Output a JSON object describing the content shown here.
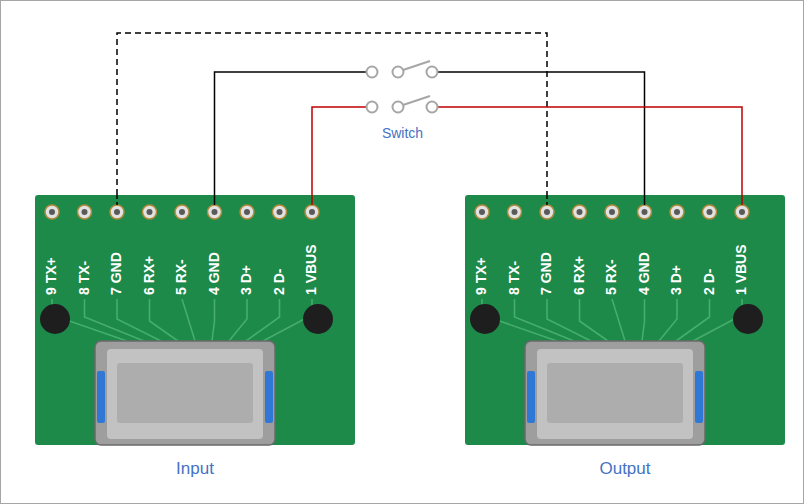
{
  "diagram": {
    "nodes": [
      {
        "text": [
          "Input"
        ]
      },
      {
        "text": [
          "Switch"
        ]
      },
      {
        "text": [
          "Output"
        ]
      }
    ],
    "edges": [
      {
        "from": 0,
        "to": 2,
        "arrow": "none"
      },
      {
        "from": 0,
        "to": 1,
        "arrow": "none"
      },
      {
        "from": 0,
        "to": 1,
        "arrow": "none"
      },
      {
        "from": 1,
        "to": 2,
        "arrow": "none"
      },
      {
        "from": 1,
        "to": 2,
        "arrow": "none"
      }
    ],
    "labels": [
      "9 TX+",
      "8 TX-",
      "7 GND",
      "6 RX+",
      "5 RX-",
      "4 GND",
      "3 D+",
      "2 D-",
      "1 VBUS",
      "9 TX+",
      "8 TX-",
      "7 GND",
      "6 RX+",
      "5 RX-",
      "4 GND",
      "3 D+",
      "2 D-",
      "1 VBUS"
    ]
  }
}
